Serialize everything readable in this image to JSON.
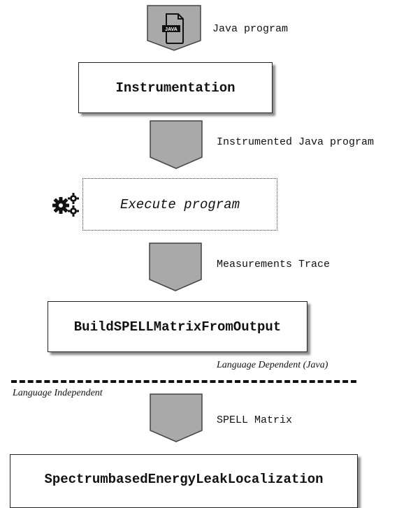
{
  "flow": {
    "step1": {
      "label": "Java program",
      "file_icon_text": "JAVA"
    },
    "instrumentation_box": "Instrumentation",
    "step2": {
      "label": "Instrumented Java program"
    },
    "execute_box": "Execute program",
    "step3": {
      "label": "Measurements Trace"
    },
    "build_box": "BuildSPELLMatrixFromOutput",
    "language_dependent": "Language Dependent (Java)",
    "language_independent": "Language Independent",
    "step4": {
      "label": "SPELL Matrix"
    },
    "final_box": "SpectrumbasedEnergyLeakLocalization"
  },
  "icons": {
    "file": "java-file-icon",
    "gears": "gears-icon",
    "arrow": "chevron-down-arrow"
  },
  "colors": {
    "arrow_fill": "#a9a9a9",
    "arrow_stroke": "#444444",
    "border": "#222222",
    "shadow": "#555555"
  }
}
